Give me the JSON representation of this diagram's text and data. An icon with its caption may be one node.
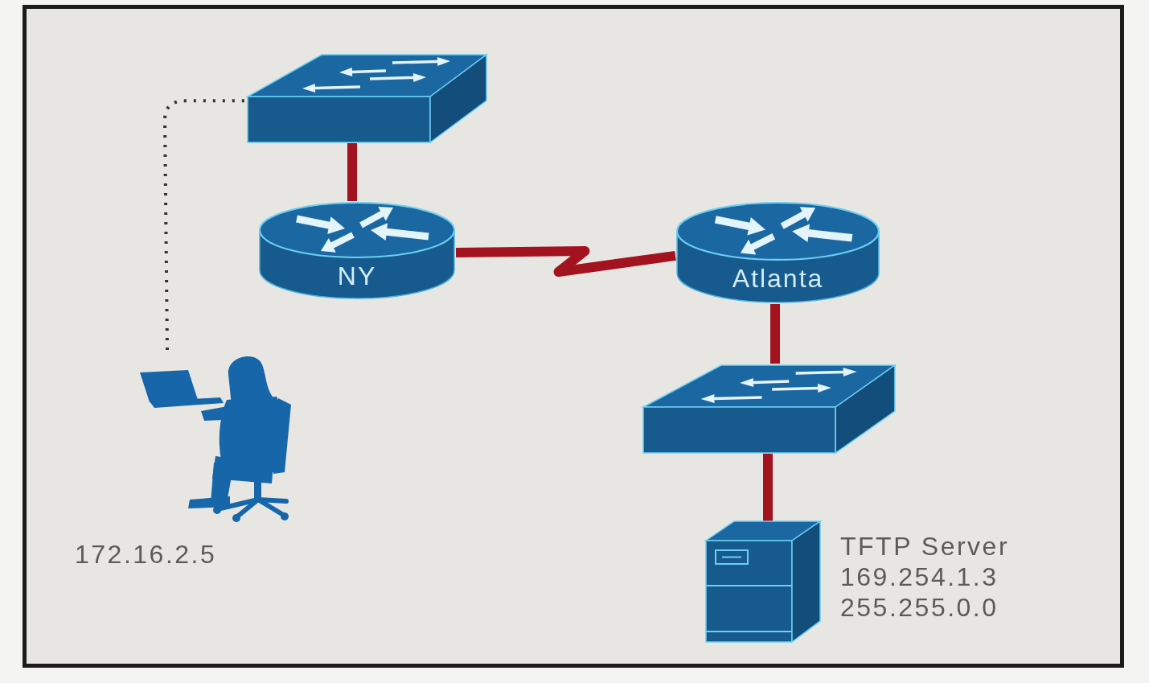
{
  "diagram": {
    "nodes": [
      {
        "text": [],
        "shape": "picture"
      },
      {
        "text": [
          "NY"
        ]
      },
      {
        "text": [
          "Atlanta"
        ]
      },
      {
        "text": [],
        "shape": "person",
        "beside": [
          "172.16.2.5"
        ]
      },
      {
        "text": [],
        "shape": "picture"
      },
      {
        "text": [],
        "shape": "picture",
        "beside": [
          "TFTP Server",
          "169.254.1.3",
          "255.255.0.0"
        ]
      }
    ],
    "edges": [
      {
        "from": 0,
        "to": 1,
        "arrow": "none"
      },
      {
        "from": 1,
        "to": 2,
        "arrow": "none"
      },
      {
        "from": 2,
        "to": 4,
        "arrow": "none"
      },
      {
        "from": 4,
        "to": 5,
        "arrow": "none"
      },
      {
        "from": 3,
        "to": 0,
        "arrow": "none",
        "style": "dashed",
        "color": "#333333"
      }
    ]
  }
}
